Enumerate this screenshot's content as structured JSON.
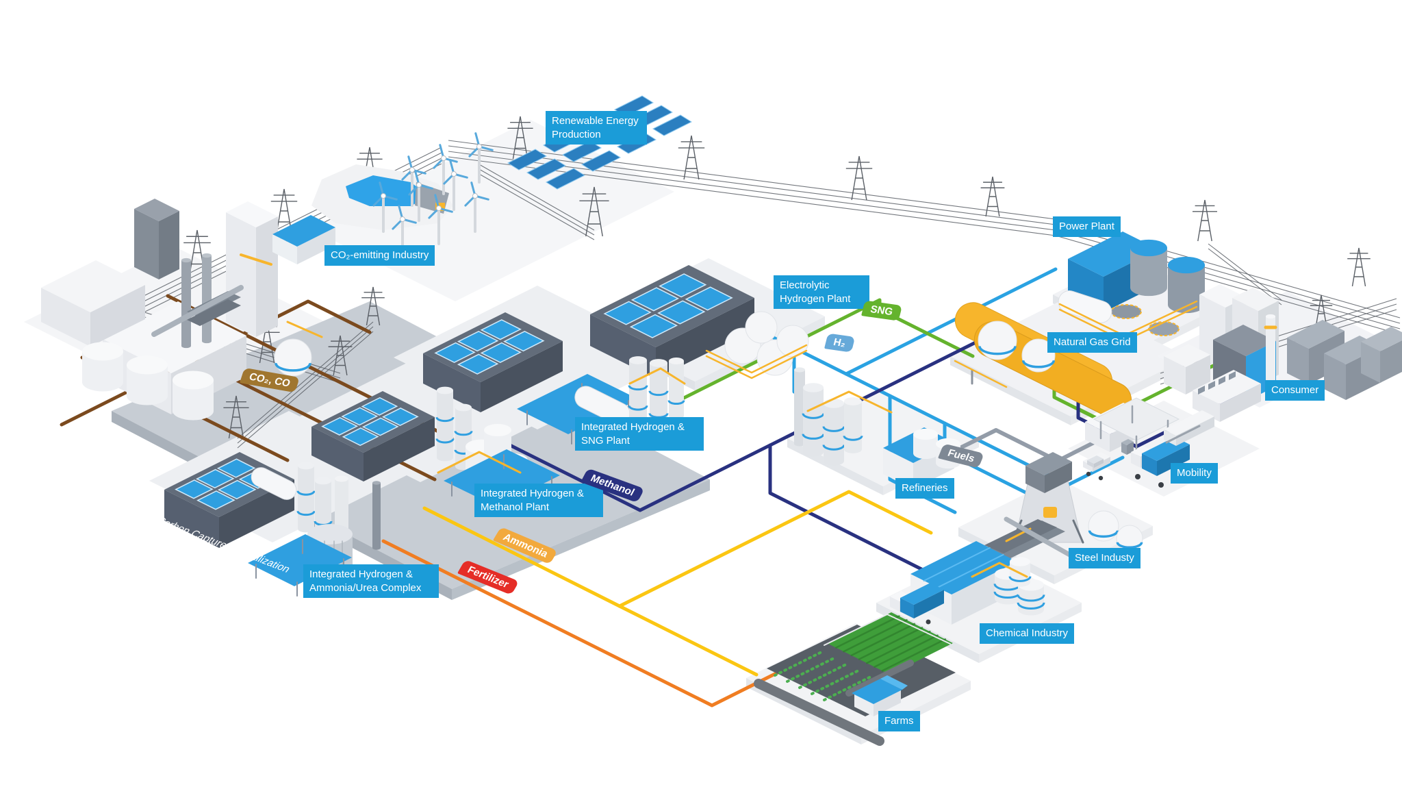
{
  "diagram": {
    "label_color": "#1b9cd8",
    "facilities": {
      "renewable_energy": {
        "label": "Renewable Energy Production"
      },
      "co2_emitting_industry": {
        "label": "CO₂-emitting Industry"
      },
      "power_plant": {
        "label": "Power Plant"
      },
      "electrolytic_hydrogen_plant": {
        "label": "Electrolytic Hydrogen Plant"
      },
      "natural_gas_grid": {
        "label": "Natural Gas Grid"
      },
      "consumer": {
        "label": "Consumer"
      },
      "integrated_sng_plant": {
        "label": "Integrated Hydrogen & SNG Plant"
      },
      "integrated_methanol_plant": {
        "label": "Integrated Hydrogen & Methanol Plant"
      },
      "integrated_ammonia_complex": {
        "label": "Integrated Hydrogen & Ammonia/Urea Complex"
      },
      "carbon_capture": {
        "label": "Carbon Capture and Utilization"
      },
      "refineries": {
        "label": "Refineries"
      },
      "mobility": {
        "label": "Mobility"
      },
      "steel_industry": {
        "label": "Steel Industy"
      },
      "chemical_industry": {
        "label": "Chemical Industry"
      },
      "farms": {
        "label": "Farms"
      }
    },
    "flows": {
      "co2": {
        "label": "CO₂, CO",
        "tag_color": "#a0762f",
        "line_color": "#7b4a1e"
      },
      "sng": {
        "label": "SNG",
        "tag_color": "#64b32d",
        "line_color": "#64b32d"
      },
      "h2": {
        "label": "H₂",
        "tag_color": "#66a9d9",
        "line_color": "#2aa2e2"
      },
      "methanol": {
        "label": "Methanol",
        "tag_color": "#293180",
        "line_color": "#293180"
      },
      "ammonia": {
        "label": "Ammonia",
        "tag_color": "#f2a93d",
        "line_color": "#fbc612"
      },
      "fertilizer": {
        "label": "Fertilizer",
        "tag_color": "#e52d27",
        "line_color": "#f07d22"
      },
      "fuels": {
        "label": "Fuels",
        "tag_color": "#7e8894",
        "line_color": "#939ca8"
      }
    }
  }
}
